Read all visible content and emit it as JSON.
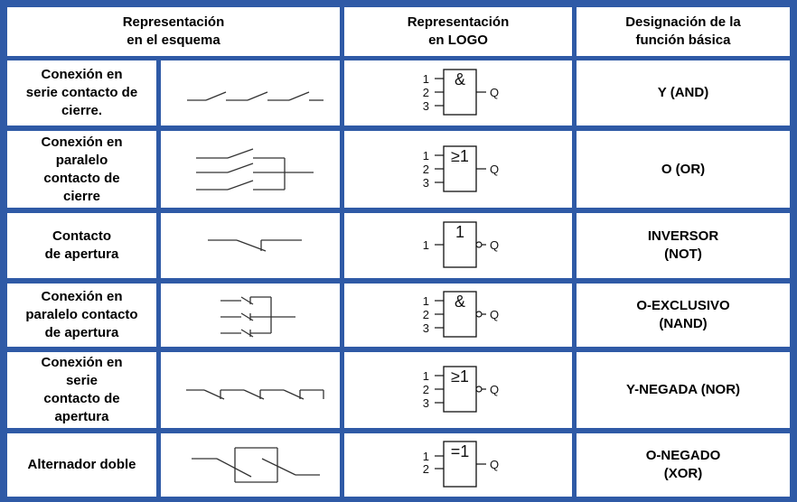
{
  "header": {
    "col1": "Representación\nen el esquema",
    "col2": "Representación\nen LOGO",
    "col3": "Designación  de la\nfunción básica"
  },
  "rows": [
    {
      "label": "Conexión  en\nserie contacto  de\ncierre.",
      "logo_symbol": "&",
      "logo_inputs": [
        "1",
        "2",
        "3"
      ],
      "logo_output": "Q",
      "function": "Y (AND)",
      "schematic_icon": "series-normally-open-contacts"
    },
    {
      "label": "Conexión  en\nparalelo\ncontacto  de\ncierre",
      "logo_symbol": "≥1",
      "logo_inputs": [
        "1",
        "2",
        "3"
      ],
      "logo_output": "Q",
      "function": "O (OR)",
      "schematic_icon": "parallel-normally-open-contacts"
    },
    {
      "label": "Contacto\nde apertura",
      "logo_symbol": "1",
      "logo_inputs": [
        "1"
      ],
      "logo_output": "Q",
      "function": "INVERSOR\n(NOT)",
      "schematic_icon": "normally-closed-contact"
    },
    {
      "label": "Conexión  en\nparalelo contacto\nde apertura",
      "logo_symbol": "&",
      "logo_inputs": [
        "1",
        "2",
        "3"
      ],
      "logo_output": "Q",
      "function": "O-EXCLUSIVO\n(NAND)",
      "schematic_icon": "parallel-normally-closed-contacts"
    },
    {
      "label": "Conexión  en\nserie\ncontacto  de\napertura",
      "logo_symbol": "≥1",
      "logo_inputs": [
        "1",
        "2",
        "3"
      ],
      "logo_output": "Q",
      "function": "Y-NEGADA (NOR)",
      "schematic_icon": "series-normally-closed-contacts"
    },
    {
      "label": "Alternador doble",
      "logo_symbol": "=1",
      "logo_inputs": [
        "1",
        "2"
      ],
      "logo_output": "Q",
      "function": "O-NEGADO\n(XOR)",
      "schematic_icon": "double-changeover-switch"
    }
  ]
}
